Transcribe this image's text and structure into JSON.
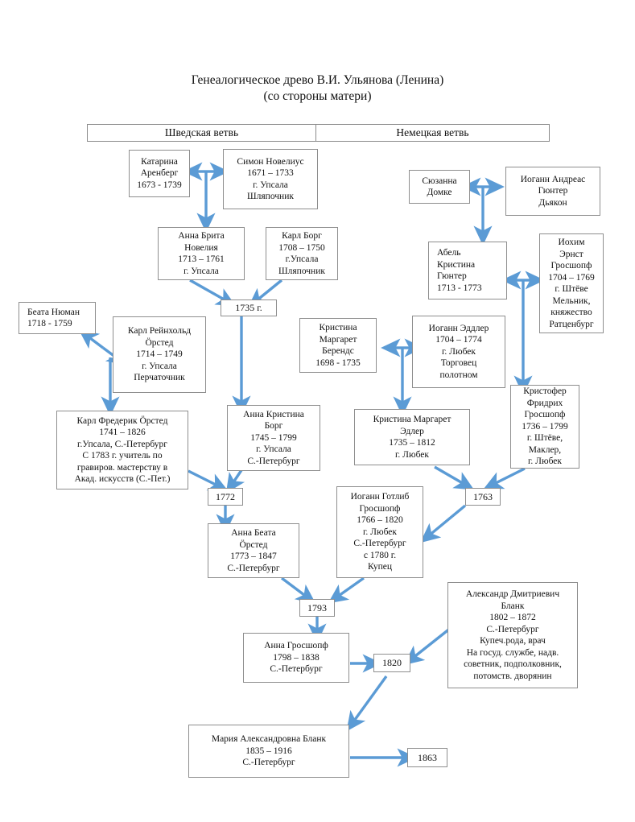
{
  "title": {
    "line1": "Генеалогическое древо В.И. Ульянова (Ленина)",
    "line2": "(со стороны матери)"
  },
  "branches": [
    {
      "label": "Шведская ветвь"
    },
    {
      "label": "Немецкая ветвь"
    }
  ],
  "colors": {
    "arrow": "#5B9BD5",
    "arrow_dark": "#4F81BD",
    "box_border": "#8e8e8e",
    "text": "#111111",
    "background": "#ffffff"
  },
  "nodes": {
    "katarina_arenberg": {
      "lines": [
        "Катарина",
        "Аренберг",
        "1673 - 1739"
      ]
    },
    "simon_novelius": {
      "lines": [
        "Симон Новелиус",
        "1671 – 1733",
        "г. Упсала",
        "Шляпочник"
      ]
    },
    "anna_brita_novelia": {
      "lines": [
        "Анна Брита",
        "Новелия",
        "1713 – 1761",
        "г. Упсала"
      ]
    },
    "karl_borg": {
      "lines": [
        "Карл Борг",
        "1708 – 1750",
        "г.Упсала",
        "Шляпочник"
      ]
    },
    "syuzanna_domke": {
      "lines": [
        "Сюзанна",
        "Домке"
      ]
    },
    "iogann_andreas_gyunter": {
      "lines": [
        "Иоганн Андреас",
        "Гюнтер",
        "Дьякон"
      ]
    },
    "abel_kristina_gyunter": {
      "lines": [
        "Абель",
        "Кристина",
        "Гюнтер",
        "1713 - 1773"
      ]
    },
    "iohim_ernst_grosshopf": {
      "lines": [
        "Иохим",
        "Эрнст",
        "Гросшопф",
        "1704 – 1769",
        "г. Штёве",
        "Мельник,",
        "княжество",
        "Ратценбург"
      ]
    },
    "beata_nyuman": {
      "lines": [
        "Беата Нюман",
        "1718 - 1759"
      ]
    },
    "karl_reinhold_orsted": {
      "lines": [
        "Карл Рейнхольд",
        "Öрстед",
        "1714 – 1749",
        "г. Упсала",
        "Перчаточник"
      ]
    },
    "kristina_margaret_berends": {
      "lines": [
        "Кристина",
        "Маргарет",
        "Берендс",
        "1698 - 1735"
      ]
    },
    "iogann_eddler": {
      "lines": [
        "Иоганн Эддлер",
        "1704 – 1774",
        "г. Любек",
        "Торговец",
        "полотном"
      ]
    },
    "kristofer_fridrih_grosshopf": {
      "lines": [
        "Кристофер",
        "Фридрих",
        "Гросшопф",
        "1736 – 1799",
        "г. Штёве,",
        "Маклер,",
        "г. Любек"
      ]
    },
    "karl_frederik_orsted": {
      "lines": [
        "Карл Фредерик Öрстед",
        "1741 – 1826",
        "г.Упсала, С.-Петербург",
        "С 1783 г. учитель по",
        "гравиров. мастерству в",
        "Акад. искусств (С.-Пет.)"
      ]
    },
    "anna_kristina_borg": {
      "lines": [
        "Анна Кристина",
        "Борг",
        "1745 – 1799",
        "г. Упсала",
        "С.-Петербург"
      ]
    },
    "kristina_margaret_edler": {
      "lines": [
        "Кристина Маргарет",
        "Эдлер",
        "1735 – 1812",
        "г. Любек"
      ]
    },
    "anna_beata_orsted": {
      "lines": [
        "Анна Беата",
        "Öрстед",
        "1773 – 1847",
        "С.-Петербург"
      ]
    },
    "iogann_gotlib_grosshopf": {
      "lines": [
        "Иоганн Готлиб",
        "Гросшопф",
        "1766 – 1820",
        "г. Любек",
        "С.-Петербург",
        "с 1780 г.",
        "Купец"
      ]
    },
    "aleksandr_dmitrievich_blank": {
      "lines": [
        "Александр Дмитриевич",
        "Бланк",
        "1802 – 1872",
        "С.-Петербург",
        "Купеч.рода, врач",
        "На госуд. службе, надв.",
        "советник, подполковник,",
        "потомств. дворянин"
      ]
    },
    "anna_grosshopf": {
      "lines": [
        "Анна Гросшопф",
        "1798 – 1838",
        "С.-Петербург"
      ]
    },
    "mariya_aleksandrovna_blank": {
      "lines": [
        "Мария Александровна Бланк",
        "1835 – 1916",
        "С.-Петербург"
      ]
    }
  },
  "events": {
    "e1735": {
      "label": "1735 г."
    },
    "e1772": {
      "label": "1772"
    },
    "e1763": {
      "label": "1763"
    },
    "e1793": {
      "label": "1793"
    },
    "e1820": {
      "label": "1820"
    },
    "e1863": {
      "label": "1863"
    }
  }
}
